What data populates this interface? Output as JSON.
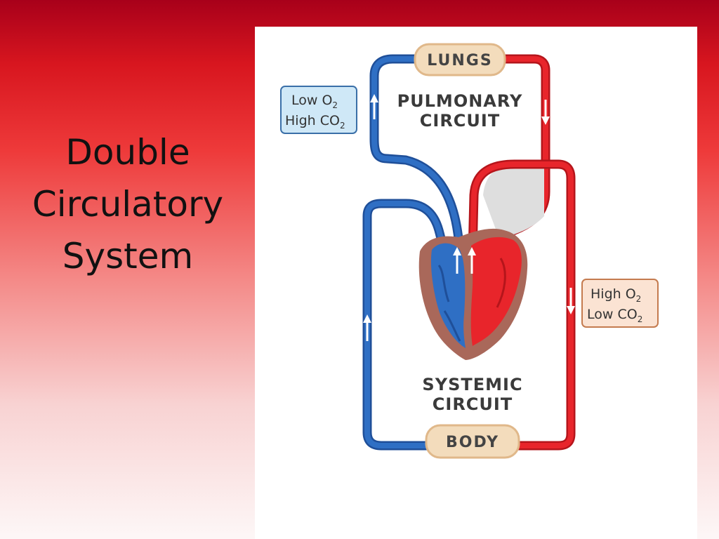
{
  "slide": {
    "title_lines": [
      "Double",
      "Circulatory",
      "System"
    ]
  },
  "diagram": {
    "lungs_label": "LUNGS",
    "body_label": "BODY",
    "pulmonary": {
      "line1": "PULMONARY",
      "line2": "CIRCUIT"
    },
    "systemic": {
      "line1": "SYSTEMIC",
      "line2": "CIRCUIT"
    },
    "deoxygenated_box": {
      "line1": {
        "text": "Low O",
        "sub": "2"
      },
      "line2": {
        "text": "High CO",
        "sub": "2"
      }
    },
    "oxygenated_box": {
      "line1": {
        "text": "High O",
        "sub": "2"
      },
      "line2": {
        "text": "Low CO",
        "sub": "2"
      }
    },
    "colors": {
      "deoxygenated": "#2f6fc4",
      "oxygenated": "#e8252b",
      "heart_muscle": "#a9685a",
      "pill_fill": "#f3dcbc",
      "blue_box_fill": "#cfe8f7",
      "orange_box_fill": "#fbe3d3"
    }
  }
}
